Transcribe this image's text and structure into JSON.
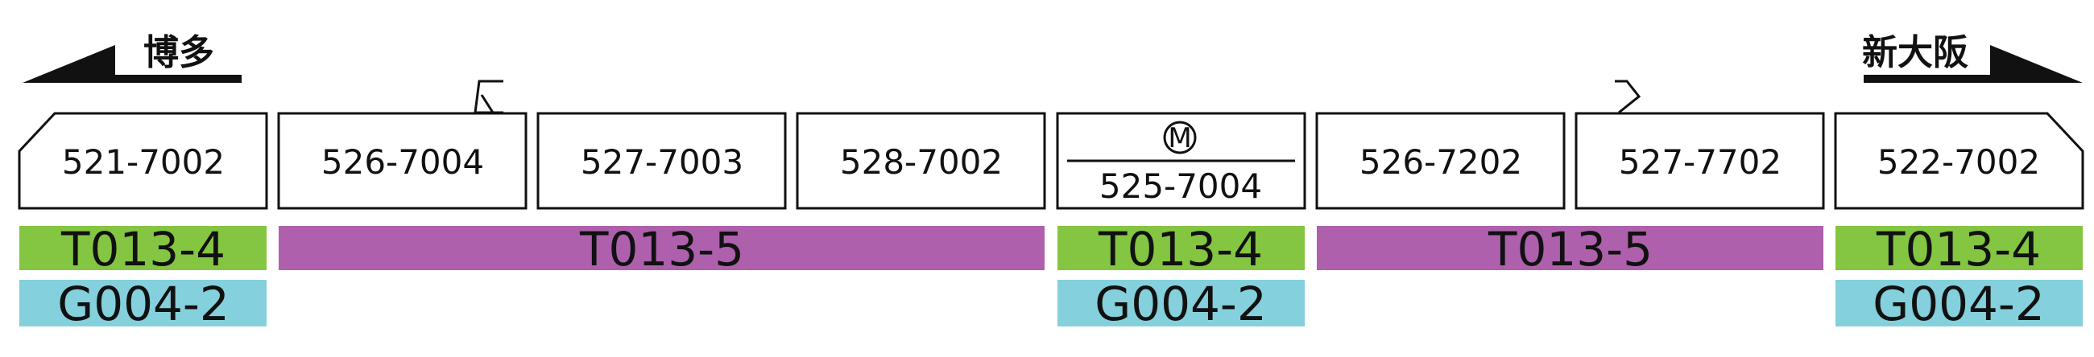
{
  "destinations": {
    "left": "博多",
    "right": "新大阪"
  },
  "cars": [
    {
      "number": "521-7002",
      "motor": false
    },
    {
      "number": "526-7004",
      "motor": false
    },
    {
      "number": "527-7003",
      "motor": false
    },
    {
      "number": "528-7002",
      "motor": false
    },
    {
      "number": "525-7004",
      "motor": true
    },
    {
      "number": "526-7202",
      "motor": false
    },
    {
      "number": "527-7702",
      "motor": false
    },
    {
      "number": "522-7002",
      "motor": false
    }
  ],
  "motor_symbol": "M",
  "bands_row1": [
    {
      "label": "T013-4",
      "color": "#84C541"
    },
    {
      "label": "T013-5",
      "color": "#AE60AC"
    },
    {
      "label": "T013-4",
      "color": "#84C541"
    },
    {
      "label": "T013-5",
      "color": "#AE60AC"
    },
    {
      "label": "T013-4",
      "color": "#84C541"
    }
  ],
  "bands_row2": [
    {
      "label": "G004-2",
      "color": "#84D0DC"
    },
    {
      "label": "G004-2",
      "color": "#84D0DC"
    },
    {
      "label": "G004-2",
      "color": "#84D0DC"
    }
  ]
}
